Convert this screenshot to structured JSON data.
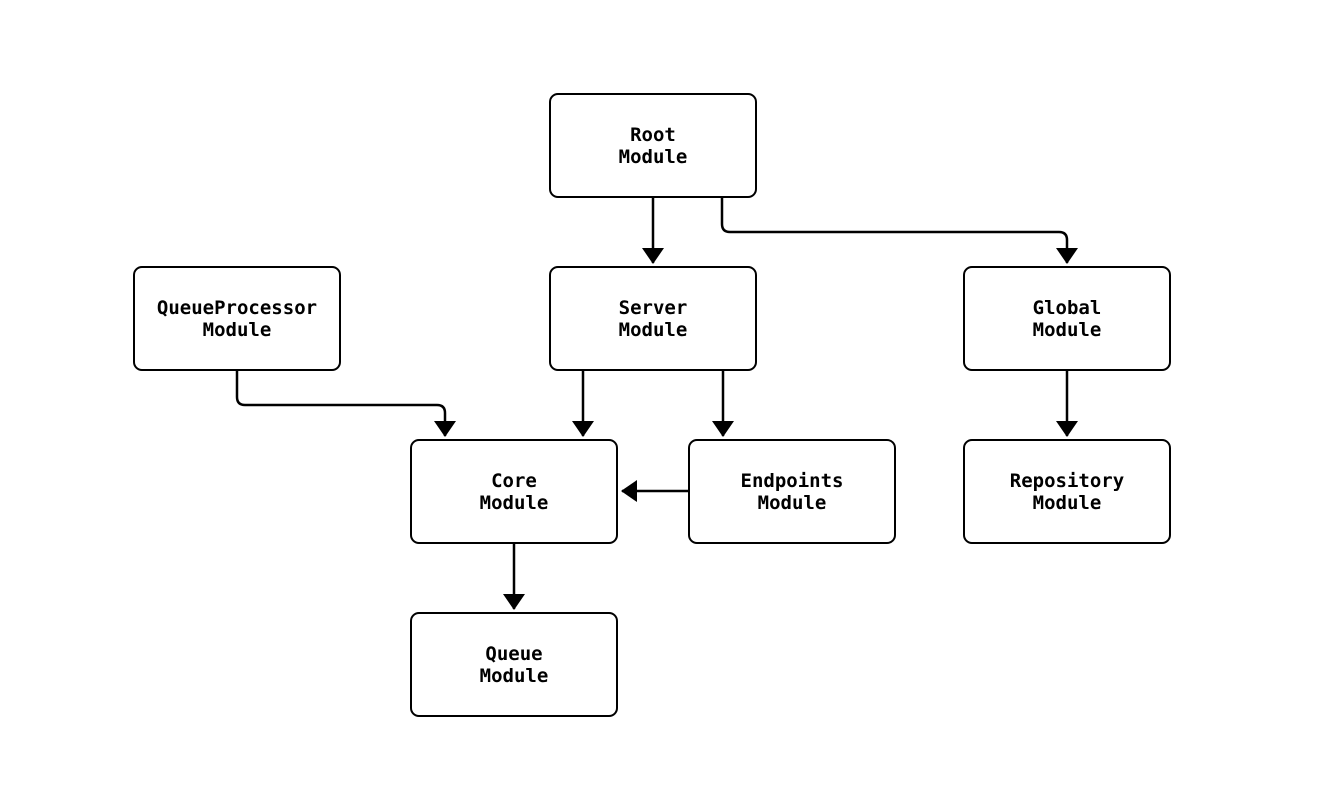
{
  "diagram": {
    "type": "flowchart",
    "background_color": "#ffffff",
    "node_fill_color": "#ffffff",
    "node_border_color": "#000000",
    "edge_color": "#000000",
    "nodes": [
      {
        "id": "root",
        "label": "Root Module",
        "line1": "Root",
        "line2": "Module"
      },
      {
        "id": "queueprocessor",
        "label": "QueueProcessor Module",
        "line1": "QueueProcessor",
        "line2": "Module"
      },
      {
        "id": "server",
        "label": "Server Module",
        "line1": "Server",
        "line2": "Module"
      },
      {
        "id": "global",
        "label": "Global Module",
        "line1": "Global",
        "line2": "Module"
      },
      {
        "id": "core",
        "label": "Core Module",
        "line1": "Core",
        "line2": "Module"
      },
      {
        "id": "endpoints",
        "label": "Endpoints Module",
        "line1": "Endpoints",
        "line2": "Module"
      },
      {
        "id": "repository",
        "label": "Repository Module",
        "line1": "Repository",
        "line2": "Module"
      },
      {
        "id": "queue",
        "label": "Queue Module",
        "line1": "Queue",
        "line2": "Module"
      }
    ],
    "edges": [
      {
        "from": "Root Module",
        "to": "Server Module"
      },
      {
        "from": "Root Module",
        "to": "Global Module"
      },
      {
        "from": "QueueProcessor Module",
        "to": "Core Module"
      },
      {
        "from": "Server Module",
        "to": "Core Module"
      },
      {
        "from": "Server Module",
        "to": "Endpoints Module"
      },
      {
        "from": "Endpoints Module",
        "to": "Core Module"
      },
      {
        "from": "Global Module",
        "to": "Repository Module"
      },
      {
        "from": "Core Module",
        "to": "Queue Module"
      }
    ]
  }
}
